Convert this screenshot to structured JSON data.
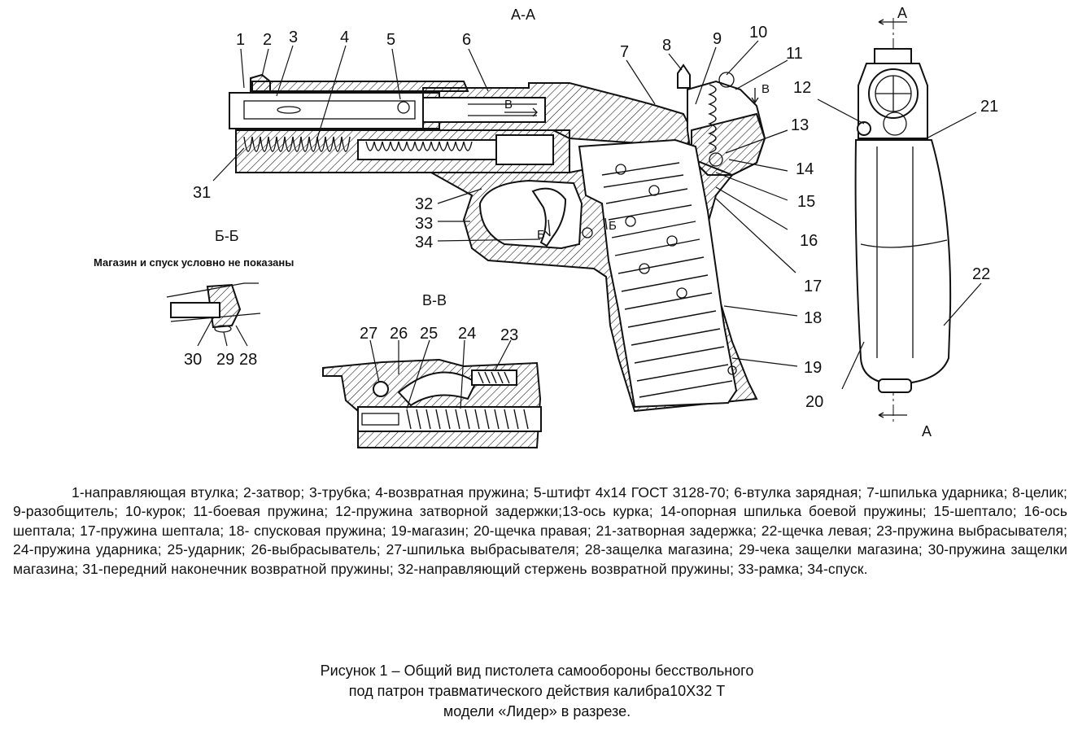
{
  "sections": {
    "aa_top": "А-А",
    "bb": "Б-Б",
    "bb_note": "Магазин и спуск условно не показаны",
    "vv": "В-В",
    "a_top": "А",
    "a_bottom": "А",
    "v_mark_main": "В",
    "v_mark_right": "В",
    "b_mark_1": "Б",
    "b_mark_2": "Б"
  },
  "callouts": {
    "n1": "1",
    "n2": "2",
    "n3": "3",
    "n4": "4",
    "n5": "5",
    "n6": "6",
    "n7": "7",
    "n8": "8",
    "n9": "9",
    "n10": "10",
    "n11": "11",
    "n12": "12",
    "n13": "13",
    "n14": "14",
    "n15": "15",
    "n16": "16",
    "n17": "17",
    "n18": "18",
    "n19": "19",
    "n20": "20",
    "n21": "21",
    "n22": "22",
    "n23": "23",
    "n24": "24",
    "n25": "25",
    "n26": "26",
    "n27": "27",
    "n28": "28",
    "n29": "29",
    "n30": "30",
    "n31": "31",
    "n32": "32",
    "n33": "33",
    "n34": "34"
  },
  "legend": "1-направляющая втулка; 2-затвор; 3-трубка; 4-возвратная пружина; 5-штифт 4x14 ГОСТ 3128-70; 6-втулка зарядная; 7-шпилька ударника; 8-целик; 9-разобщитель; 10-курок; 11-боевая пружина; 12-пружина затворной задержки;13-ось курка; 14-опорная шпилька боевой пружины; 15-шептало; 16-ось шептала; 17-пружина шептала; 18- спусковая пружина; 19-магазин; 20-щечка правая; 21-затворная задержка; 22-щечка левая; 23-пружина выбрасывателя; 24-пружина ударника; 25-ударник; 26-выбрасыватель; 27-шпилька выбрасывателя; 28-защелка магазина; 29-чека защелки магазина; 30-пружина защелки магазина; 31-передний наконечник возвратной пружины; 32-направляющий стержень возвратной пружины; 33-рамка; 34-спуск.",
  "caption": {
    "line1": "Рисунок 1 – Общий вид пистолета самообороны бесствольного",
    "line2": "под патрон травматического действия калибра10X32 Т",
    "line3": "модели «Лидер»  в разрезе."
  }
}
